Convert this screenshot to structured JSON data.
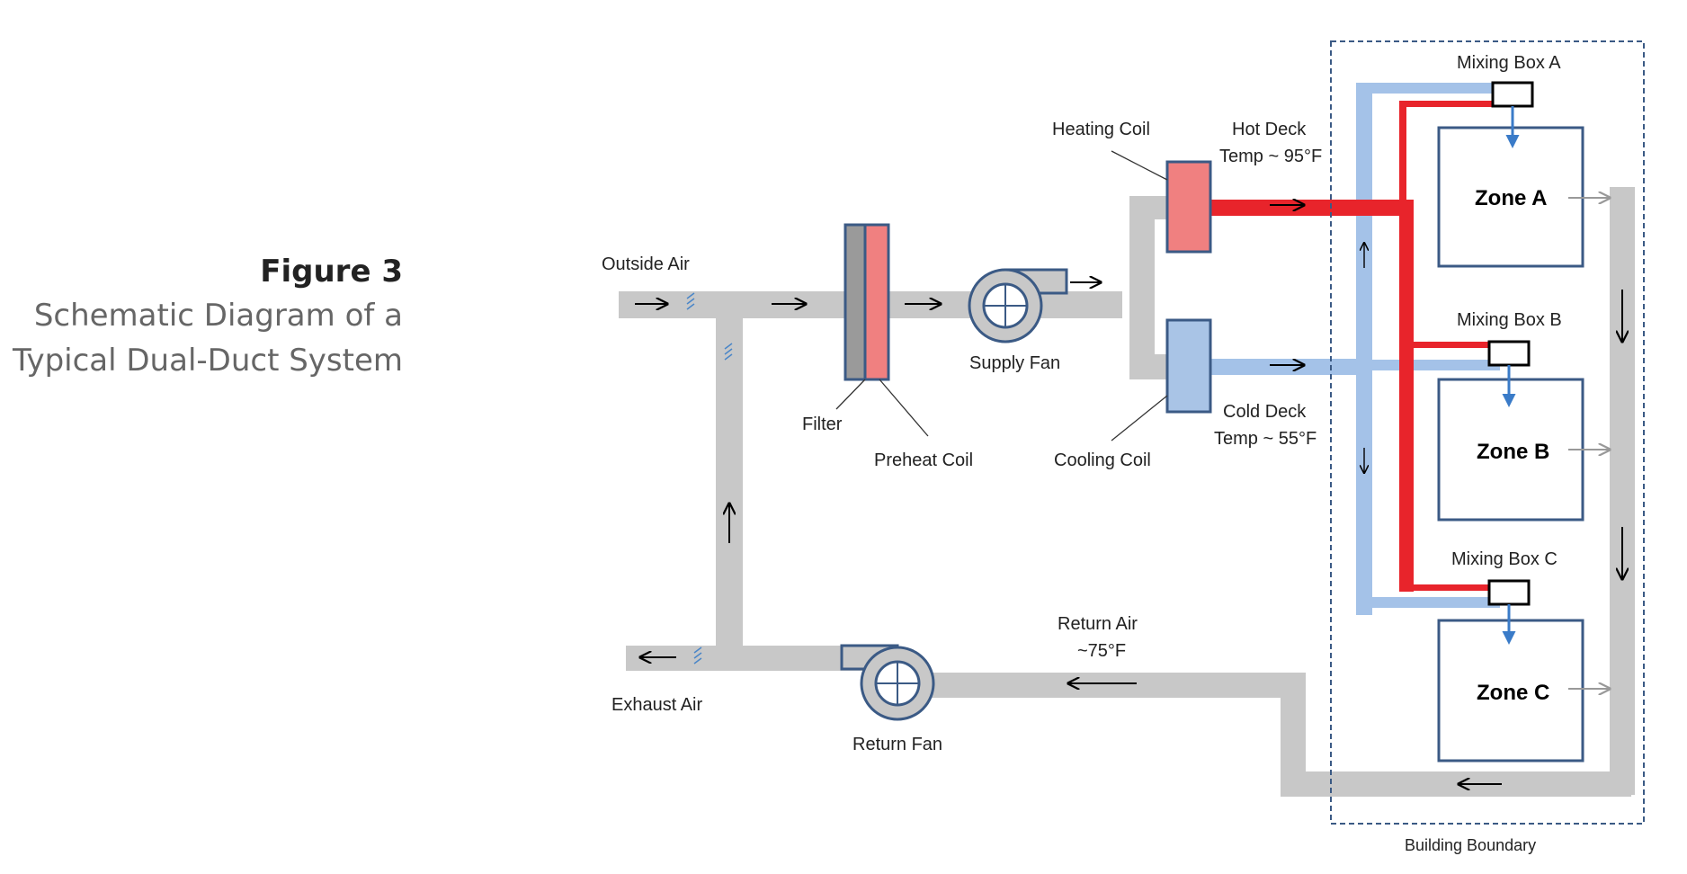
{
  "figure": {
    "label": "Figure 3",
    "subtitle_line1": "Schematic Diagram of a",
    "subtitle_line2": "Typical Dual-Duct System"
  },
  "labels": {
    "outside_air": "Outside Air",
    "exhaust_air": "Exhaust Air",
    "filter": "Filter",
    "preheat_coil": "Preheat Coil",
    "supply_fan": "Supply Fan",
    "heating_coil": "Heating Coil",
    "cooling_coil": "Cooling Coil",
    "hot_deck_1": "Hot Deck",
    "hot_deck_2": "Temp ~ 95°F",
    "cold_deck_1": "Cold Deck",
    "cold_deck_2": "Temp ~ 55°F",
    "return_air_1": "Return Air",
    "return_air_2": "~75°F",
    "return_fan": "Return Fan",
    "mixing_box_a": "Mixing Box A",
    "mixing_box_b": "Mixing Box B",
    "mixing_box_c": "Mixing Box C",
    "zone_a": "Zone A",
    "zone_b": "Zone B",
    "zone_c": "Zone C",
    "building_boundary": "Building Boundary"
  },
  "colors": {
    "duct": "#c8c8c8",
    "hot_duct": "#e8242b",
    "cold_duct": "#a4c2e8",
    "heating_coil": "#f08080",
    "cooling_coil": "#a9c4e6",
    "outline": "#3b5a85",
    "boundary": "#3b5a85"
  }
}
